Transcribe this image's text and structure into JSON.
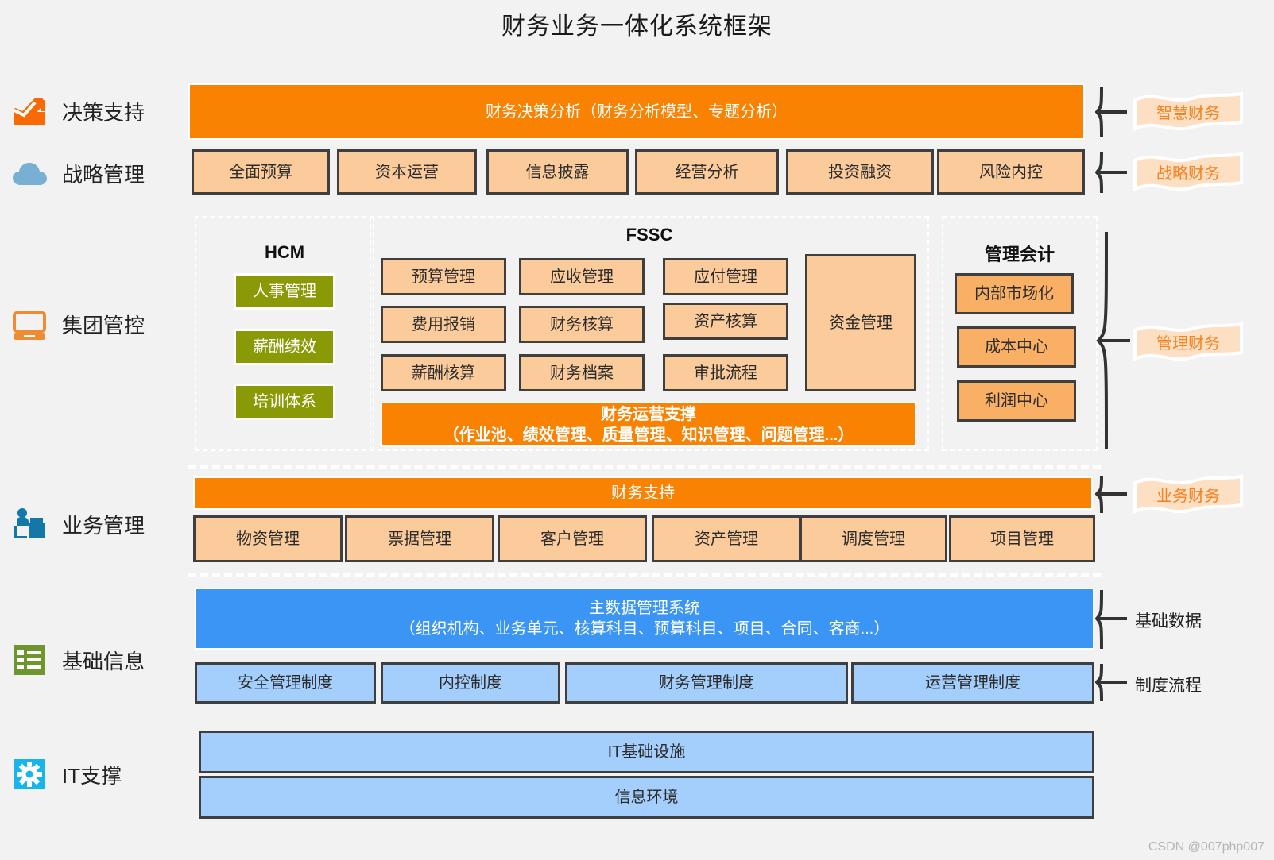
{
  "title": "财务业务一体化系统框架",
  "watermark": "CSDN @007php007",
  "colors": {
    "orange": "#fa8202",
    "peach": "#fbcb9c",
    "mgmt_orange": "#f9b065",
    "olive": "#8a9a07",
    "blue_dark": "#3b95f5",
    "blue_light": "#a4cffc",
    "ribbon_fill": "#fde0c4",
    "ribbon_text": "#f58220",
    "background": "#f2f2f2"
  },
  "rail": [
    {
      "label": "决策支持",
      "icon": "trending-up-chart-icon"
    },
    {
      "label": "战略管理",
      "icon": "cloud-icon"
    },
    {
      "label": "集团管控",
      "icon": "monitor-icon"
    },
    {
      "label": "业务管理",
      "icon": "person-at-desk-icon"
    },
    {
      "label": "基础信息",
      "icon": "list-icon"
    },
    {
      "label": "IT支撑",
      "icon": "gear-icon"
    }
  ],
  "decision": {
    "banner": "财务决策分析（财务分析模型、专题分析）"
  },
  "strategy": {
    "items": [
      "全面预算",
      "资本运营",
      "信息披露",
      "经营分析",
      "投资融资",
      "风险内控"
    ]
  },
  "group_control": {
    "hcm": {
      "heading": "HCM",
      "items": [
        "人事管理",
        "薪酬绩效",
        "培训体系"
      ]
    },
    "fssc": {
      "heading": "FSSC",
      "col1": [
        "预算管理",
        "费用报销",
        "薪酬核算"
      ],
      "col2": [
        "应收管理",
        "财务核算",
        "财务档案"
      ],
      "col3": [
        "应付管理",
        "资产核算",
        "审批流程"
      ],
      "tall": "资金管理",
      "support_title": "财务运营支撑",
      "support_sub": "（作业池、绩效管理、质量管理、知识管理、问题管理...）"
    },
    "mgmt_accounting": {
      "heading": "管理会计",
      "items": [
        "内部市场化",
        "成本中心",
        "利润中心"
      ]
    }
  },
  "business": {
    "banner": "财务支持",
    "items": [
      "物资管理",
      "票据管理",
      "客户管理",
      "资产管理",
      "调度管理",
      "项目管理"
    ]
  },
  "basic_info": {
    "master_title": "主数据管理系统",
    "master_sub": "（组织机构、业务单元、核算科目、预算科目、项目、合同、客商...）",
    "systems": [
      "安全管理制度",
      "内控制度",
      "财务管理制度",
      "运营管理制度"
    ]
  },
  "it_support": {
    "items": [
      "IT基础设施",
      "信息环境"
    ]
  },
  "right_labels": {
    "ribbons": [
      "智慧财务",
      "战略财务",
      "管理财务",
      "业务财务"
    ],
    "plain": [
      "基础数据",
      "制度流程"
    ]
  }
}
